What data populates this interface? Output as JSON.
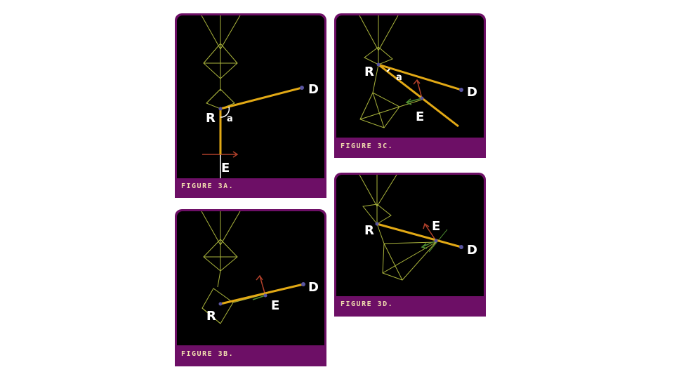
{
  "figures": {
    "a": {
      "caption": "FIGURE 3A.",
      "labels": {
        "r": "R",
        "a": "a",
        "e": "E",
        "d": "D"
      }
    },
    "b": {
      "caption": "FIGURE 3B.",
      "labels": {
        "r": "R",
        "e": "E",
        "d": "D"
      }
    },
    "c": {
      "caption": "FIGURE 3C.",
      "labels": {
        "r": "R",
        "a": "a",
        "e": "E",
        "d": "D"
      }
    },
    "d": {
      "caption": "FIGURE 3D.",
      "labels": {
        "r": "R",
        "e": "E",
        "d": "D"
      }
    }
  },
  "colors": {
    "panel_frame": "#6d0f66",
    "background": "#000000",
    "bone": "#aab43c",
    "target_line": "#e2a915",
    "arrow_red": "#b0402a",
    "arrow_green": "#4f8f32",
    "joint": "#5a55a0"
  }
}
